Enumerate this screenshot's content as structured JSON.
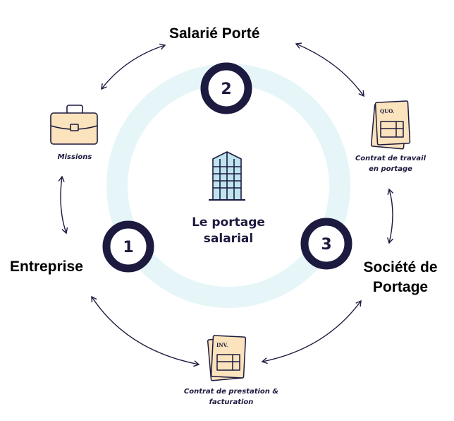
{
  "diagram": {
    "center_title": [
      "Le portage",
      "salarial"
    ],
    "parties": {
      "top": "Salarié Porté",
      "left": "Entreprise",
      "right": [
        "Société de",
        "Portage"
      ]
    },
    "steps": {
      "top": "2",
      "left": "1",
      "right": "3"
    },
    "documents": {
      "missions": "Missions",
      "contrat_travail": [
        "Contrat de travail",
        "en portage"
      ],
      "contrat_prestation": [
        "Contrat de prestation &",
        "facturation"
      ]
    },
    "doc_tags": {
      "quote": "QUO.",
      "invoice": "INV."
    },
    "icons": [
      "building-icon",
      "briefcase-icon",
      "quote-document-icon",
      "invoice-document-icon"
    ],
    "colors": {
      "navy": "#1c1a3f",
      "ring": "#e6f6f8",
      "paper": "#fbe3bd"
    }
  }
}
